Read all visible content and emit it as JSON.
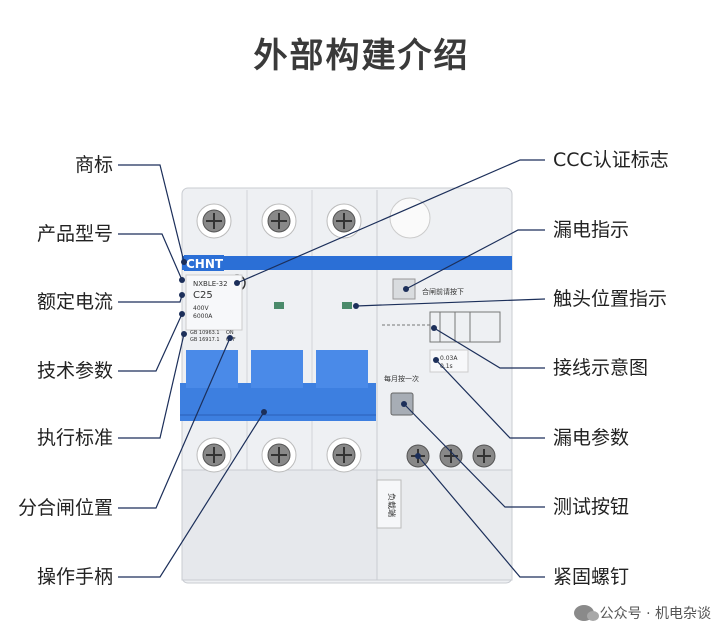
{
  "title": "外部构建介绍",
  "labels_left": [
    "商标",
    "产品型号",
    "额定电流",
    "技术参数",
    "执行标准",
    "分合闸位置",
    "操作手柄"
  ],
  "labels_right": [
    "CCC认证标志",
    "漏电指示",
    "触头位置指示",
    "接线示意图",
    "漏电参数",
    "测试按钮",
    "紧固螺钉"
  ],
  "device": {
    "brand": "CHNT",
    "model": "NXBLE-32",
    "current": "C25",
    "rated_values": [
      "400V",
      "6000A"
    ],
    "standard_lines": [
      "GB 10963.1",
      "GB 16917.1"
    ],
    "on_off": [
      "ON",
      "OFF"
    ],
    "instruction": "合闸前请按下",
    "monthly_test": "每月按一次",
    "leakage_params": [
      "0.03A",
      "0.1s"
    ],
    "load_side": "负载端"
  },
  "watermark": "公众号 · 机电杂谈",
  "colors": {
    "stripe": "#2b6fd6",
    "handle": "#3d7fe0",
    "body": "#f4f5f7",
    "leader": "#1c2f5a"
  }
}
